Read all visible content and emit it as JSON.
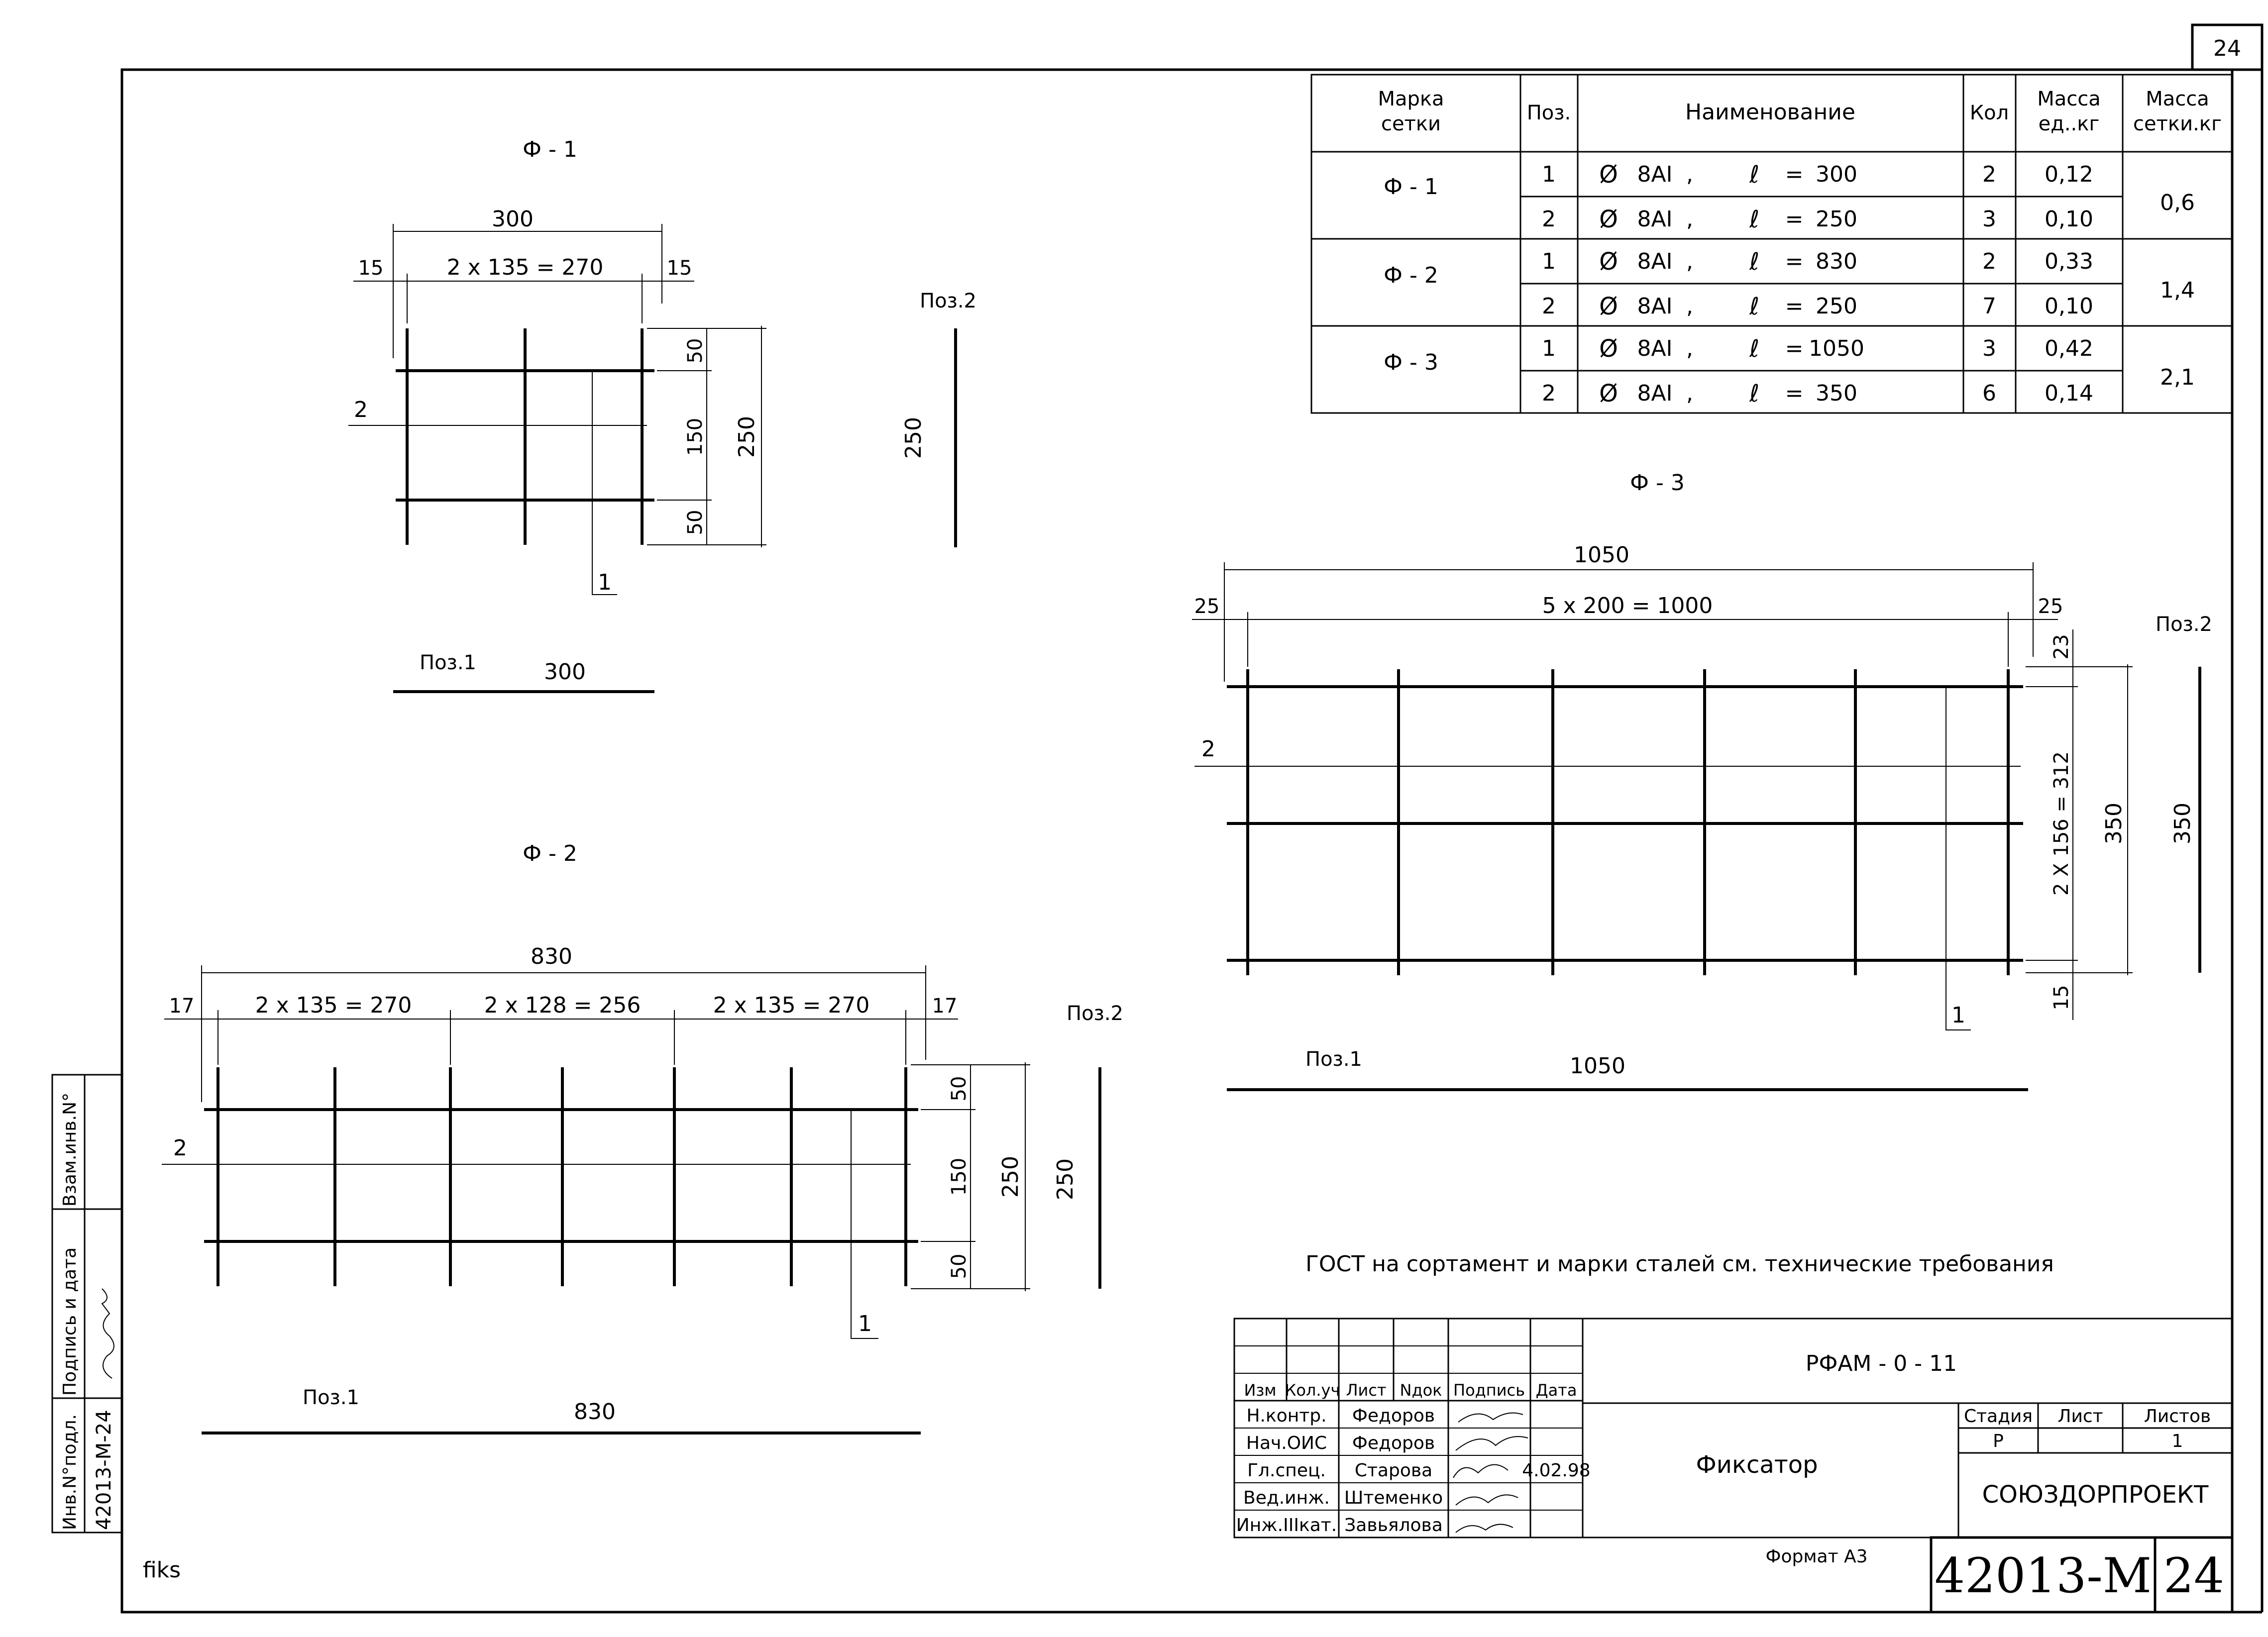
{
  "sheet_number": "24",
  "spec_table": {
    "headers": [
      "Марка сетки",
      "Поз.",
      "Наименование",
      "Кол",
      "Масса ед.кг",
      "Масса сетки.кг"
    ],
    "header_lines": {
      "mark": [
        "Марка",
        "сетки"
      ],
      "pos": "Поз.",
      "name": "Наименование",
      "qty": "Кол",
      "unit_mass": [
        "Масса",
        "ед..кг"
      ],
      "net_mass": [
        "Масса",
        "сетки.кг"
      ]
    },
    "groups": [
      {
        "mark": "Ф - 1",
        "net_mass": "0,6",
        "rows": [
          {
            "pos": "1",
            "dia": "8AI",
            "len": "300",
            "qty": "2",
            "unit_mass": "0,12"
          },
          {
            "pos": "2",
            "dia": "8AI",
            "len": "250",
            "qty": "3",
            "unit_mass": "0,10"
          }
        ]
      },
      {
        "mark": "Ф - 2",
        "net_mass": "1,4",
        "rows": [
          {
            "pos": "1",
            "dia": "8AI",
            "len": "830",
            "qty": "2",
            "unit_mass": "0,33"
          },
          {
            "pos": "2",
            "dia": "8AI",
            "len": "250",
            "qty": "7",
            "unit_mass": "0,10"
          }
        ]
      },
      {
        "mark": "Ф - 3",
        "net_mass": "2,1",
        "rows": [
          {
            "pos": "1",
            "dia": "8AI",
            "len": "1050",
            "qty": "3",
            "unit_mass": "0,42"
          },
          {
            "pos": "2",
            "dia": "8AI",
            "len": "350",
            "qty": "6",
            "unit_mass": "0,14"
          }
        ]
      }
    ],
    "dia_symbol": "Ø",
    "len_symbol": "ℓ",
    "eq": "=",
    "comma": ","
  },
  "f1": {
    "title": "Ф - 1",
    "dim_total": "300",
    "dim_edge": "15",
    "dim_span": "2 x 135 = 270",
    "dim_v_top": "50",
    "dim_v_mid": "150",
    "dim_v_bot": "50",
    "dim_v_total": "250",
    "leader_1": "1",
    "leader_2": "2",
    "poz2_label": "Поз.2",
    "poz2_len": "250",
    "poz1_label": "Поз.1",
    "poz1_len": "300"
  },
  "f2": {
    "title": "Ф - 2",
    "dim_total": "830",
    "dim_edge": "17",
    "dim_span_a": "2 x 135 = 270",
    "dim_span_b": "2 x 128 = 256",
    "dim_span_c": "2 x 135 = 270",
    "dim_v_top": "50",
    "dim_v_mid": "150",
    "dim_v_bot": "50",
    "dim_v_total": "250",
    "leader_1": "1",
    "leader_2": "2",
    "poz2_label": "Поз.2",
    "poz2_len": "250",
    "poz1_label": "Поз.1",
    "poz1_len": "830"
  },
  "f3": {
    "title": "Ф - 3",
    "dim_total": "1050",
    "dim_edge": "25",
    "dim_span": "5 x 200 = 1000",
    "dim_v_top": "23",
    "dim_v_mid": "2 X 156 = 312",
    "dim_v_bot": "15",
    "dim_v_total": "350",
    "leader_1": "1",
    "leader_2": "2",
    "poz2_label": "Поз.2",
    "poz2_len": "350",
    "poz1_label": "Поз.1",
    "poz1_len": "1050"
  },
  "note": "ГОСТ на сортамент и марки сталей см. технические требования",
  "title_block": {
    "code": "РФАМ - 0 - 11",
    "name": "Фиксатор",
    "org": "СОЮЗДОРПРОЕКТ",
    "col_headers": [
      "Изм",
      "Кол.уч",
      "Лист",
      "Nдок",
      "Подпись",
      "Дата"
    ],
    "stage_headers": [
      "Стадия",
      "Лист",
      "Листов"
    ],
    "stage": "Р",
    "sheet": "",
    "sheets": "1",
    "signers": [
      {
        "role": "Н.контр.",
        "name": "Федоров",
        "date": ""
      },
      {
        "role": "Нач.ОИС",
        "name": "Федоров",
        "date": ""
      },
      {
        "role": "Гл.спец.",
        "name": "Старова",
        "date": "4.02.98"
      },
      {
        "role": "Вед.инж.",
        "name": "Штеменко",
        "date": ""
      },
      {
        "role": "Инж.IIIкат.",
        "name": "Завьялова",
        "date": ""
      }
    ],
    "format": "Формат А3",
    "doc_number": "42013-М",
    "doc_sheet": "24"
  },
  "side_stamp": {
    "inv_label": "Инв.N°подл.",
    "inv_value": "42013-М-24",
    "sign_label": "Подпись и дата",
    "swap_label": "Взам.инв.N°"
  },
  "file_label": "fiks"
}
